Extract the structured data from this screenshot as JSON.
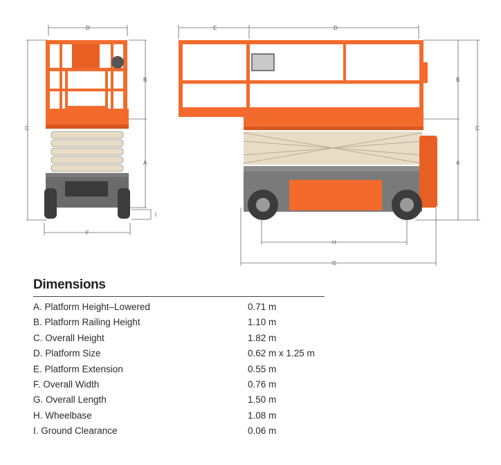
{
  "colors": {
    "orange": "#f26b2d",
    "orange_dark": "#d9561e",
    "scissor": "#e8dcc6",
    "chassis": "#6b6b6b",
    "tire": "#3c3c3c",
    "dim_line": "#666666"
  },
  "drawing": {
    "front_view_letters": {
      "d": "D",
      "b": "B",
      "c": "C",
      "a": "A",
      "i": "I",
      "f": "F"
    },
    "side_view_letters": {
      "e": "E",
      "d": "D",
      "b": "B",
      "c": "C",
      "a": "A",
      "h": "H",
      "g": "G"
    }
  },
  "dimensions": {
    "title": "Dimensions",
    "rows": [
      {
        "label": "A. Platform Height–Lowered",
        "value": "0.71 m"
      },
      {
        "label": "B. Platform Railing Height",
        "value": "1.10 m"
      },
      {
        "label": "C. Overall Height",
        "value": "1.82 m"
      },
      {
        "label": "D. Platform Size",
        "value": "0.62 m x 1.25 m"
      },
      {
        "label": "E. Platform Extension",
        "value": "0.55  m"
      },
      {
        "label": "F. Overall Width",
        "value": "0.76 m"
      },
      {
        "label": "G. Overall Length",
        "value": "1.50 m"
      },
      {
        "label": "H. Wheelbase",
        "value": "1.08 m"
      },
      {
        "label": "I. Ground Clearance",
        "value": "0.06 m"
      }
    ]
  }
}
